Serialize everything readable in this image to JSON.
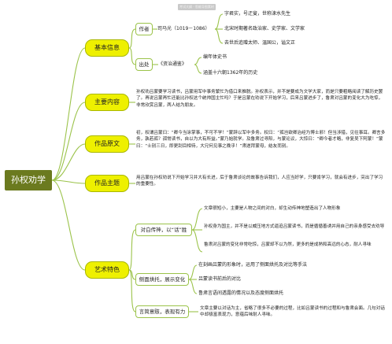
{
  "watermark": "考试大纲 · 思维导图素材",
  "root": "孙权劝学",
  "branches": {
    "basic": {
      "label": "基本信息",
      "author": {
        "label": "作者",
        "name": "司马光（1019－1086）",
        "details": [
          "字君实，号迂叟，世称涑水先生",
          "北宋时期著名政治家、史学家、文学家",
          "去世后追赠太师、温国公，谥文正"
        ]
      },
      "source": {
        "label": "出处",
        "book": "《资治通鉴》",
        "details": [
          "编年体史书",
          "涵盖十六朝1362年的历史"
        ]
      }
    },
    "content": {
      "label": "主要内容",
      "text": "孙权劝吕蒙要学习读书，吕蒙用军中事务繁忙为借口来推脱。孙权表示，并不是要成为文学大家，而是只要粗略阅读了解历史罢了。再说吕蒙再忙还能比孙权这个统帅国主忙吗？于是吕蒙在劝说下开始学习，后来吕蒙进步了，鲁肃对吕蒙的变化大为吃惊，非常欣赏吕蒙，两人结为朋友。"
    },
    "original": {
      "label": "作品原文",
      "text": "初，权谓吕蒙曰：“卿今当涂掌事，不可不学！”蒙辞以军中多务。权曰：“孤岂欲卿治经为博士邪！但当涉猎，见往事耳。卿言多务，孰若孤？孤常读书，自以为大有所益。”蒙乃始就学。及鲁肃过寻阳，与蒙论议，大惊曰：“卿今者才略，非复吴下阿蒙！”蒙曰：“士别三日，即更刮目相待，大兄何见事之晚乎！”肃遂拜蒙母，结友而别。"
    },
    "theme": {
      "label": "作品主题",
      "text": "用吕蒙在孙权劝说下开始学习并大有长进，后于鲁肃谈论的故事告诉我们，人应当好学，只要肯学习，就会有进步，突出了学习的重要性。"
    },
    "art": {
      "label": "艺术特色",
      "dialogue": {
        "label": "对白传神，以“话”胜",
        "details": [
          "文章很短小，主要是人物之间的对白，却生动传神地塑造出了人物形象",
          "孙权身为国主，并不是以威压地方式逼迫吕蒙读书，而是循循善诱并用自己的亲身感受去劝导",
          "鲁肃对吕蒙的变化非常吃惊，吕蒙却不以为然，更多的是成熟和高远的心态，耐人寻味"
        ]
      },
      "contrast": {
        "label": "侧面烘托，展示变化",
        "details": [
          "在刻画吕蒙的形象时，运用了侧面烘托及对比等手法",
          "吕蒙读书前后的对比",
          "鲁肃言语间透露的情况以及态度侧面烘托"
        ]
      },
      "concise": {
        "label": "言简意赅，表现有力",
        "text": "文章主要以对话为主，省略了很多不必要的过程，比如吕蒙读书的过程和与鲁肃会面。几句对话中却极富表现力，意蕴后味耐人寻味。"
      }
    }
  }
}
